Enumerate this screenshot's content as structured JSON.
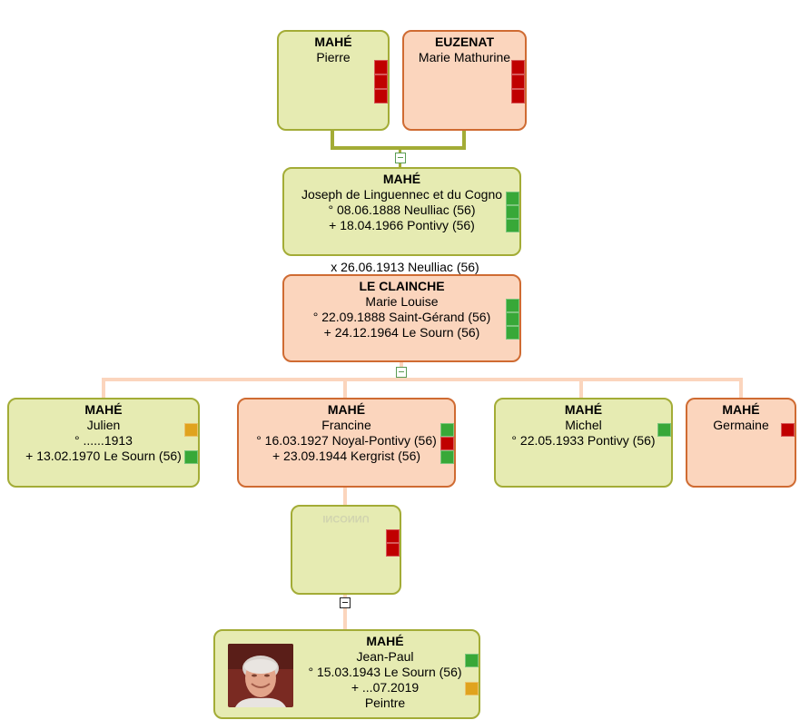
{
  "colors": {
    "male_bg": "#e6ebb2",
    "male_border": "#a3ac36",
    "female_bg": "#fbd5bd",
    "female_border": "#cf6b32",
    "link_parents": "#a3ac36",
    "link_children": "#fbd5bd",
    "flag_red": "#c00000",
    "flag_green": "#38a838",
    "flag_orange": "#e0a31e"
  },
  "parents": {
    "father": {
      "surname": "MAHÉ",
      "given": "Pierre"
    },
    "mother": {
      "surname": "EUZENAT",
      "given": "Marie Mathurine"
    }
  },
  "subject": {
    "surname": "MAHÉ",
    "given": "Joseph de Linguennec et du Cogno",
    "birth": "° 08.06.1888 Neulliac (56)",
    "death": "+ 18.04.1966 Pontivy (56)"
  },
  "marriage": "x 26.06.1913 Neulliac (56)",
  "spouse": {
    "surname": "LE CLAINCHE",
    "given": "Marie Louise",
    "birth": "° 22.09.1888 Saint-Gérand (56)",
    "death": "+ 24.12.1964 Le Sourn (56)"
  },
  "children": [
    {
      "surname": "MAHÉ",
      "given": "Julien",
      "birth": "° ......1913",
      "death": "+ 13.02.1970 Le Sourn (56)"
    },
    {
      "surname": "MAHÉ",
      "given": "Francine",
      "birth": "° 16.03.1927 Noyal-Pontivy (56)",
      "death": "+ 23.09.1944 Kergrist (56)"
    },
    {
      "surname": "MAHÉ",
      "given": "Michel",
      "birth": "° 22.05.1933 Pontivy (56)"
    },
    {
      "surname": "MAHÉ",
      "given": "Germaine"
    }
  ],
  "unknown_partner": {
    "ghost_text": "INCONNU"
  },
  "grandchild": {
    "surname": "MAHÉ",
    "given": "Jean-Paul",
    "birth": "° 15.03.1943 Le Sourn (56)",
    "death": "+ ...07.2019",
    "occupation": "Peintre",
    "photo_icon": "portrait-photo"
  }
}
